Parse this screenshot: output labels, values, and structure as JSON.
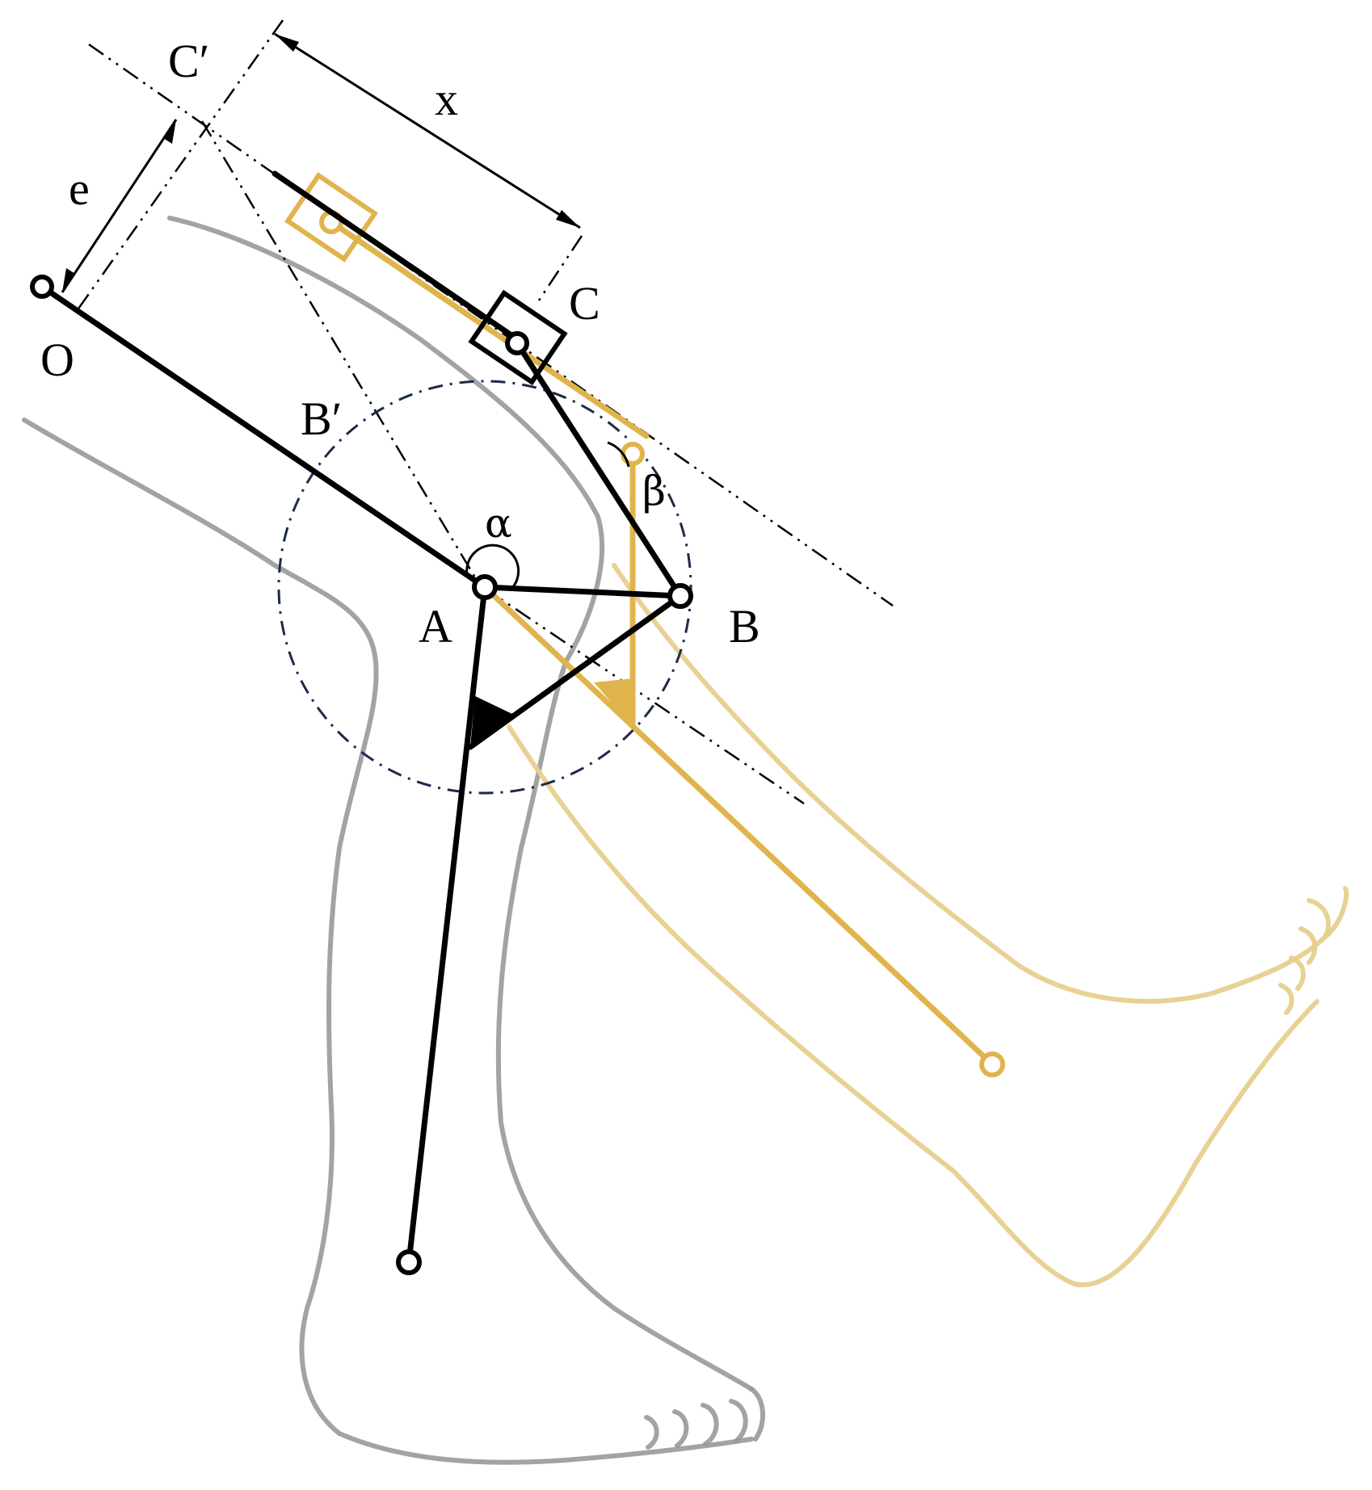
{
  "labels": {
    "O": "O",
    "A": "A",
    "B": "B",
    "B_prime": "B′",
    "C": "C",
    "C_prime": "C′",
    "x": "x",
    "e": "e",
    "alpha": "α",
    "beta": "β"
  },
  "colors": {
    "mechanism_current": "#000000",
    "mechanism_extended": "#e0b44c",
    "leg_outline_current": "#999999",
    "leg_outline_extended": "#e7cf8e",
    "rotation_circle": "#1c2a4a"
  }
}
